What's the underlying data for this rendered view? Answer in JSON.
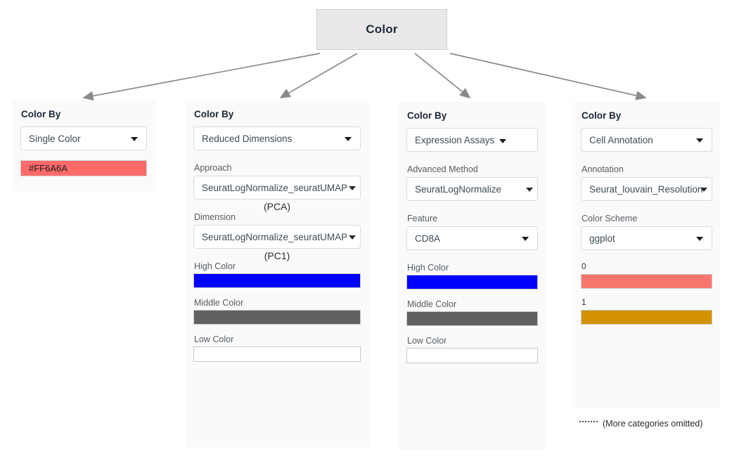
{
  "root": {
    "label": "Color"
  },
  "panels": [
    {
      "title": "Color By",
      "mode_value": "Single Color",
      "hex_value": "#FF6A6A",
      "hex_color": "#FF6A6A"
    },
    {
      "title": "Color By",
      "mode_value": "Reduced Dimensions",
      "approach_label": "Approach",
      "approach_value": "SeuratLogNormalize_seuratUMAP",
      "approach_note": "(PCA)",
      "dimension_label": "Dimension",
      "dimension_value": "SeuratLogNormalize_seuratUMAP",
      "dimension_note": "(PC1)",
      "high_color_label": "High Color",
      "high_color": "#0000FF",
      "middle_color_label": "Middle Color",
      "middle_color": "#616161",
      "low_color_label": "Low Color",
      "low_color": "#FFFFFF"
    },
    {
      "title": "Color By",
      "mode_value": "Expression Assays",
      "method_label": "Advanced Method",
      "method_value": "SeuratLogNormalize",
      "feature_label": "Feature",
      "feature_value": "CD8A",
      "high_color_label": "High Color",
      "high_color": "#0000FF",
      "middle_color_label": "Middle Color",
      "middle_color": "#616161",
      "low_color_label": "Low Color",
      "low_color": "#FFFFFF"
    },
    {
      "title": "Color By",
      "mode_value": "Cell Annotation",
      "annotation_label": "Annotation",
      "annotation_value": "Seurat_louvain_Resolution",
      "scheme_label": "Color Scheme",
      "scheme_value": "ggplot",
      "categories": [
        {
          "label": "0",
          "color": "#F8766D"
        },
        {
          "label": "1",
          "color": "#D39200"
        }
      ],
      "omitted_note": "(More categories omitted)"
    }
  ],
  "arrow_color": "#8a8a8a"
}
